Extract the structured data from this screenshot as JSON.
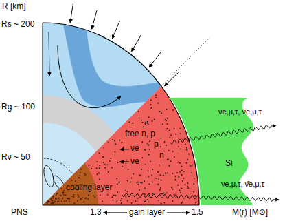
{
  "diagram": {
    "nodes": [
      {
        "text": [
          "Si"
        ]
      }
    ],
    "labels": [
      "R [km]",
      "Rs ~ 200",
      "Rg ~ 100",
      "Rν ~ 50",
      "free n, p",
      "p",
      "ν̄e",
      "n",
      "νe",
      "cooling layer",
      "νe,μ,τ, ν̄e,μ,τ",
      "νe,μ,τ, ν̄e,μ,τ",
      "PNS",
      "1.3",
      "gain layer",
      "1.5",
      "M(r) [M⊙]"
    ]
  }
}
